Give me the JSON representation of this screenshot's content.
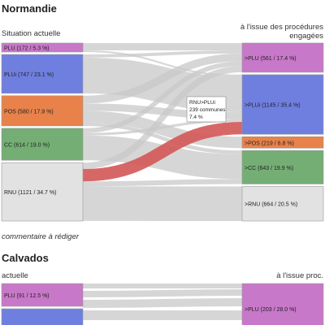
{
  "chart_data": [
    {
      "type": "sankey",
      "title": "Normandie",
      "left_heading": "Situation actuelle",
      "right_heading": "à l'issue des procédures engagées",
      "left_nodes": [
        {
          "id": "PLU",
          "label": "PLU (172 / 5.3 %)",
          "value": 172,
          "color": "#c878c8"
        },
        {
          "id": "PLUi",
          "label": "PLUi (747 / 23.1 %)",
          "value": 747,
          "color": "#6f7fe0"
        },
        {
          "id": "POS",
          "label": "POS (580 / 17.9 %)",
          "value": 580,
          "color": "#e8824a"
        },
        {
          "id": "CC",
          "label": "CC (614 / 19.0 %)",
          "value": 614,
          "color": "#74ae74"
        },
        {
          "id": "RNU",
          "label": "RNU (1121 / 34.7 %)",
          "value": 1121,
          "color": "#e2e2e2"
        }
      ],
      "right_nodes": [
        {
          "id": ">PLU",
          "label": ">PLU (561 / 17.4 %)",
          "value": 561,
          "color": "#c878c8"
        },
        {
          "id": ">PLUi",
          "label": ">PLUi (1145 / 35.4 %)",
          "value": 1145,
          "color": "#6f7fe0"
        },
        {
          "id": ">POS",
          "label": ">POS (219 / 6.8 %)",
          "value": 219,
          "color": "#e8824a"
        },
        {
          "id": ">CC",
          "label": ">CC (643 / 19.9 %)",
          "value": 643,
          "color": "#74ae74"
        },
        {
          "id": ">RNU",
          "label": ">RNU (664 / 20.5 %)",
          "value": 664,
          "color": "#e2e2e2"
        }
      ],
      "links": [
        {
          "source": "PLU",
          "target": ">PLU",
          "value": 140
        },
        {
          "source": "PLU",
          "target": ">PLUi",
          "value": 32
        },
        {
          "source": "PLUi",
          "target": ">PLU",
          "value": 60
        },
        {
          "source": "PLUi",
          "target": ">PLUi",
          "value": 687
        },
        {
          "source": "POS",
          "target": ">PLU",
          "value": 150
        },
        {
          "source": "POS",
          "target": ">PLUi",
          "value": 140
        },
        {
          "source": "POS",
          "target": ">POS",
          "value": 219
        },
        {
          "source": "POS",
          "target": ">CC",
          "value": 71
        },
        {
          "source": "CC",
          "target": ">PLU",
          "value": 90
        },
        {
          "source": "CC",
          "target": ">PLUi",
          "value": 47
        },
        {
          "source": "CC",
          "target": ">CC",
          "value": 477
        },
        {
          "source": "RNU",
          "target": ">PLU",
          "value": 121
        },
        {
          "source": "RNU",
          "target": ">PLUi",
          "value": 239,
          "highlighted": true
        },
        {
          "source": "RNU",
          "target": ">CC",
          "value": 95
        },
        {
          "source": "RNU",
          "target": ">RNU",
          "value": 664
        }
      ],
      "highlight_color": "#d45a5a",
      "link_color": "#c8c8c8",
      "tooltip": {
        "line1": "RNU>PLUi",
        "line2": "239 communes",
        "line3": "7.4 %"
      }
    },
    {
      "type": "sankey",
      "title": "Calvados",
      "left_heading": "actuelle",
      "right_heading": "à l'issue proc.",
      "left_nodes": [
        {
          "id": "PLU",
          "label": "PLU (91 / 12.5 %)",
          "value": 91,
          "color": "#c878c8"
        },
        {
          "id": "PLUi",
          "label": "",
          "value": 0,
          "color": "#6f7fe0"
        }
      ],
      "right_nodes": [
        {
          "id": ">PLU",
          "label": ">PLU (203 / 28.0 %)",
          "value": 203,
          "color": "#c878c8"
        }
      ],
      "links": []
    }
  ],
  "comment": "commentaire à rédiger"
}
